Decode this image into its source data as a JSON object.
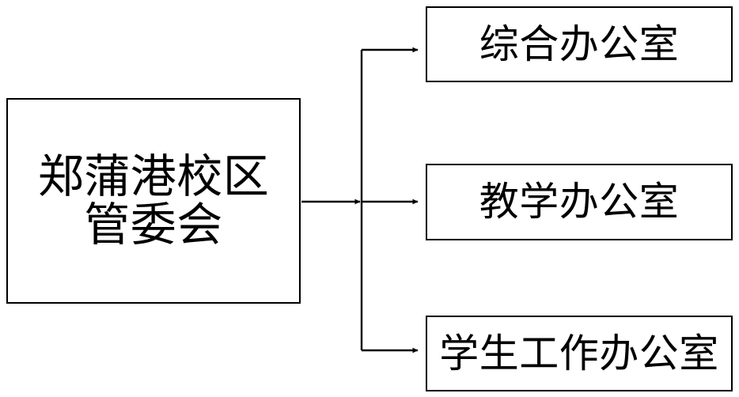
{
  "diagram": {
    "type": "organization-chart",
    "orientation": "left-to-right",
    "background_color": "#ffffff",
    "line_color": "#000000",
    "text_color": "#000000",
    "border_color": "#000000",
    "root": {
      "label": "郑蒲港校区\n管委会",
      "label_lines": [
        "郑蒲港校区",
        "管委会"
      ]
    },
    "children": [
      {
        "label": "综合办公室"
      },
      {
        "label": "教学办公室"
      },
      {
        "label": "学生工作办公室"
      }
    ]
  }
}
